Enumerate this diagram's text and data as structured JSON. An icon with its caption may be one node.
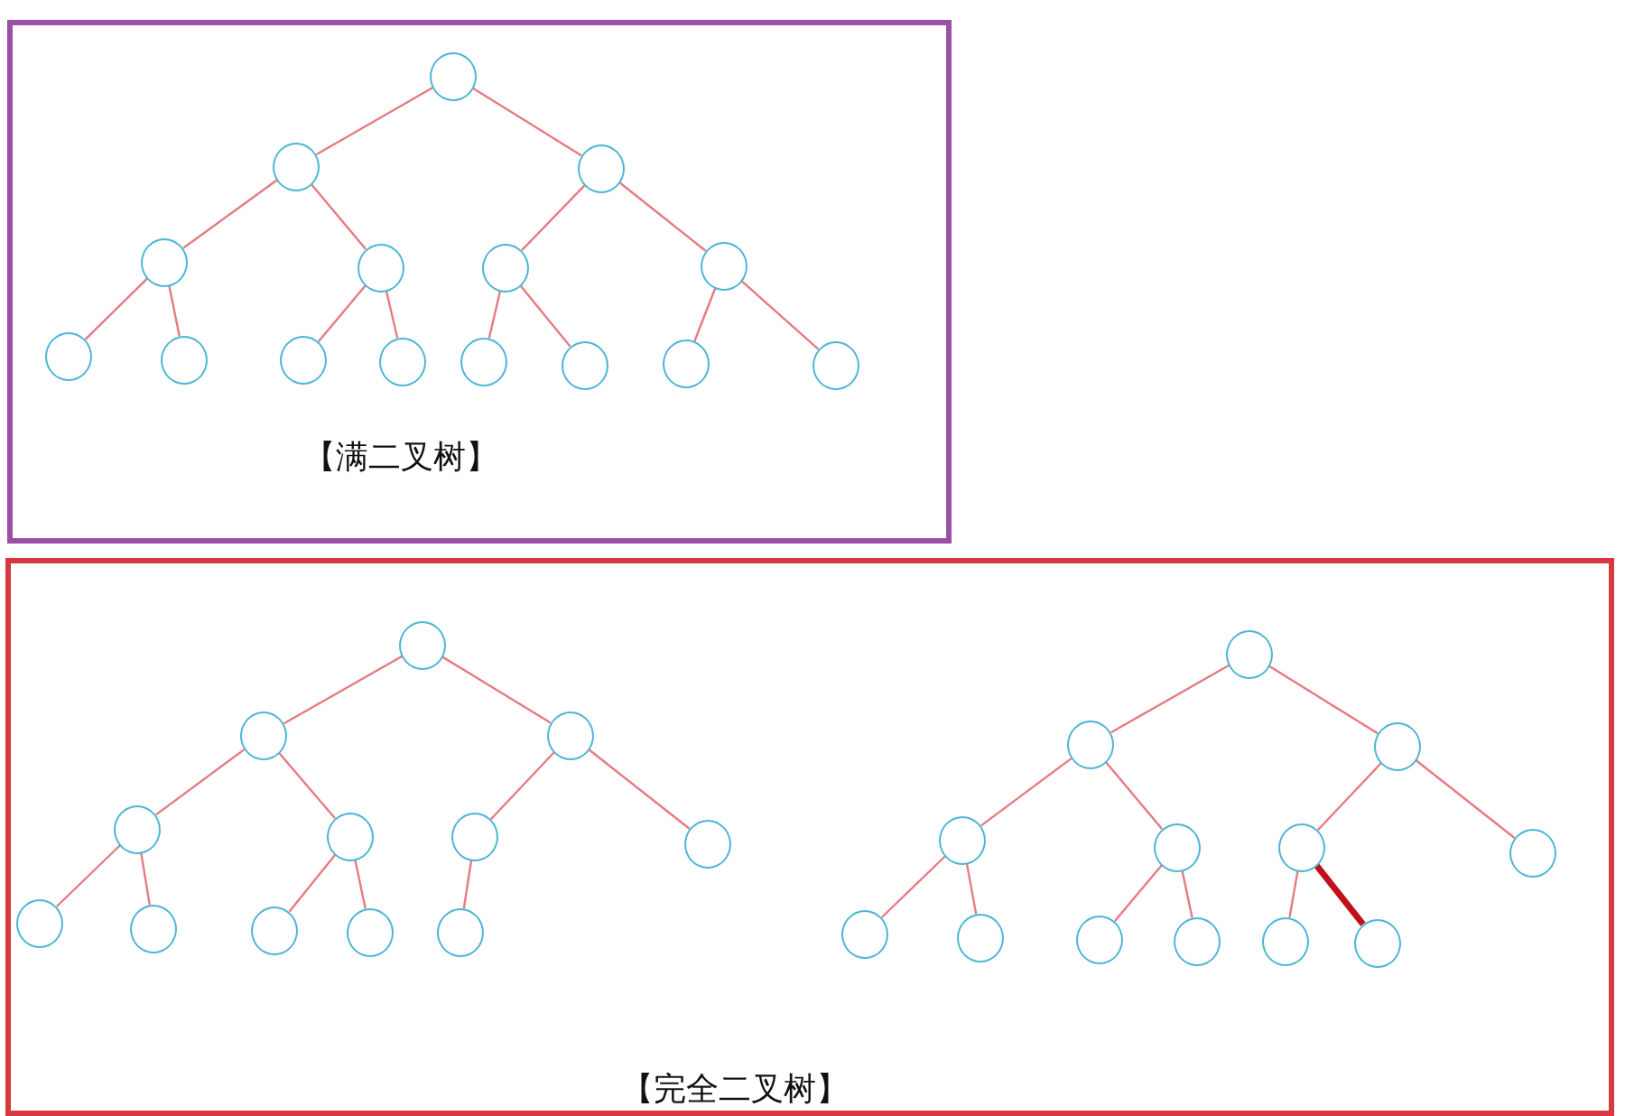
{
  "diagram": {
    "nodes": [
      {
        "text": [
          "【满二叉树】"
        ]
      },
      {
        "text": [],
        "shape": "circle",
        "in": 0
      },
      {
        "text": [],
        "shape": "circle",
        "in": 0
      },
      {
        "text": [],
        "shape": "circle",
        "in": 0
      },
      {
        "text": [],
        "shape": "circle",
        "in": 0
      },
      {
        "text": [],
        "shape": "circle",
        "in": 0
      },
      {
        "text": [],
        "shape": "circle",
        "in": 0
      },
      {
        "text": [],
        "shape": "circle",
        "in": 0
      },
      {
        "text": [],
        "shape": "circle",
        "in": 0
      },
      {
        "text": [],
        "shape": "circle",
        "in": 0
      },
      {
        "text": [],
        "shape": "circle",
        "in": 0
      },
      {
        "text": [],
        "shape": "circle",
        "in": 0
      },
      {
        "text": [],
        "shape": "circle",
        "in": 0
      },
      {
        "text": [],
        "shape": "circle",
        "in": 0
      },
      {
        "text": [],
        "shape": "circle",
        "in": 0
      },
      {
        "text": [],
        "shape": "circle",
        "in": 0
      },
      {
        "text": [
          "【完全二叉树】"
        ]
      },
      {
        "text": [],
        "shape": "circle",
        "in": 16
      },
      {
        "text": [],
        "shape": "circle",
        "in": 16
      },
      {
        "text": [],
        "shape": "circle",
        "in": 16
      },
      {
        "text": [],
        "shape": "circle",
        "in": 16
      },
      {
        "text": [],
        "shape": "circle",
        "in": 16
      },
      {
        "text": [],
        "shape": "circle",
        "in": 16
      },
      {
        "text": [],
        "shape": "circle",
        "in": 16
      },
      {
        "text": [],
        "shape": "circle",
        "in": 16
      },
      {
        "text": [],
        "shape": "circle",
        "in": 16
      },
      {
        "text": [],
        "shape": "circle",
        "in": 16
      },
      {
        "text": [],
        "shape": "circle",
        "in": 16
      },
      {
        "text": [],
        "shape": "circle",
        "in": 16
      },
      {
        "text": [],
        "shape": "circle",
        "in": 16
      },
      {
        "text": [],
        "shape": "circle",
        "in": 16
      },
      {
        "text": [],
        "shape": "circle",
        "in": 16
      },
      {
        "text": [],
        "shape": "circle",
        "in": 16
      },
      {
        "text": [],
        "shape": "circle",
        "in": 16
      },
      {
        "text": [],
        "shape": "circle",
        "in": 16
      },
      {
        "text": [],
        "shape": "circle",
        "in": 16
      },
      {
        "text": [],
        "shape": "circle",
        "in": 16
      },
      {
        "text": [],
        "shape": "circle",
        "in": 16
      },
      {
        "text": [],
        "shape": "circle",
        "in": 16
      },
      {
        "text": [],
        "shape": "circle",
        "in": 16
      },
      {
        "text": [],
        "shape": "circle",
        "in": 16
      },
      {
        "text": [],
        "shape": "circle",
        "in": 16
      }
    ],
    "edges": [
      {
        "from": 1,
        "to": 2,
        "arrow": "none"
      },
      {
        "from": 1,
        "to": 3,
        "arrow": "none"
      },
      {
        "from": 2,
        "to": 4,
        "arrow": "none"
      },
      {
        "from": 2,
        "to": 5,
        "arrow": "none"
      },
      {
        "from": 3,
        "to": 6,
        "arrow": "none"
      },
      {
        "from": 3,
        "to": 7,
        "arrow": "none"
      },
      {
        "from": 4,
        "to": 8,
        "arrow": "none"
      },
      {
        "from": 4,
        "to": 9,
        "arrow": "none"
      },
      {
        "from": 5,
        "to": 10,
        "arrow": "none"
      },
      {
        "from": 5,
        "to": 11,
        "arrow": "none"
      },
      {
        "from": 6,
        "to": 12,
        "arrow": "none"
      },
      {
        "from": 6,
        "to": 13,
        "arrow": "none"
      },
      {
        "from": 7,
        "to": 14,
        "arrow": "none"
      },
      {
        "from": 7,
        "to": 15,
        "arrow": "none"
      },
      {
        "from": 17,
        "to": 18,
        "arrow": "none"
      },
      {
        "from": 17,
        "to": 19,
        "arrow": "none"
      },
      {
        "from": 18,
        "to": 20,
        "arrow": "none"
      },
      {
        "from": 18,
        "to": 21,
        "arrow": "none"
      },
      {
        "from": 19,
        "to": 22,
        "arrow": "none"
      },
      {
        "from": 19,
        "to": 23,
        "arrow": "none"
      },
      {
        "from": 20,
        "to": 24,
        "arrow": "none"
      },
      {
        "from": 20,
        "to": 25,
        "arrow": "none"
      },
      {
        "from": 21,
        "to": 26,
        "arrow": "none"
      },
      {
        "from": 21,
        "to": 27,
        "arrow": "none"
      },
      {
        "from": 22,
        "to": 28,
        "arrow": "none"
      },
      {
        "from": 29,
        "to": 30,
        "arrow": "none"
      },
      {
        "from": 29,
        "to": 31,
        "arrow": "none"
      },
      {
        "from": 30,
        "to": 32,
        "arrow": "none"
      },
      {
        "from": 30,
        "to": 33,
        "arrow": "none"
      },
      {
        "from": 31,
        "to": 34,
        "arrow": "none"
      },
      {
        "from": 31,
        "to": 35,
        "arrow": "none"
      },
      {
        "from": 32,
        "to": 36,
        "arrow": "none"
      },
      {
        "from": 32,
        "to": 37,
        "arrow": "none"
      },
      {
        "from": 33,
        "to": 38,
        "arrow": "none"
      },
      {
        "from": 33,
        "to": 39,
        "arrow": "none"
      },
      {
        "from": 34,
        "to": 40,
        "arrow": "none"
      },
      {
        "from": 34,
        "to": 41,
        "arrow": "none",
        "style": "thick",
        "color": "#c0101a"
      }
    ]
  }
}
